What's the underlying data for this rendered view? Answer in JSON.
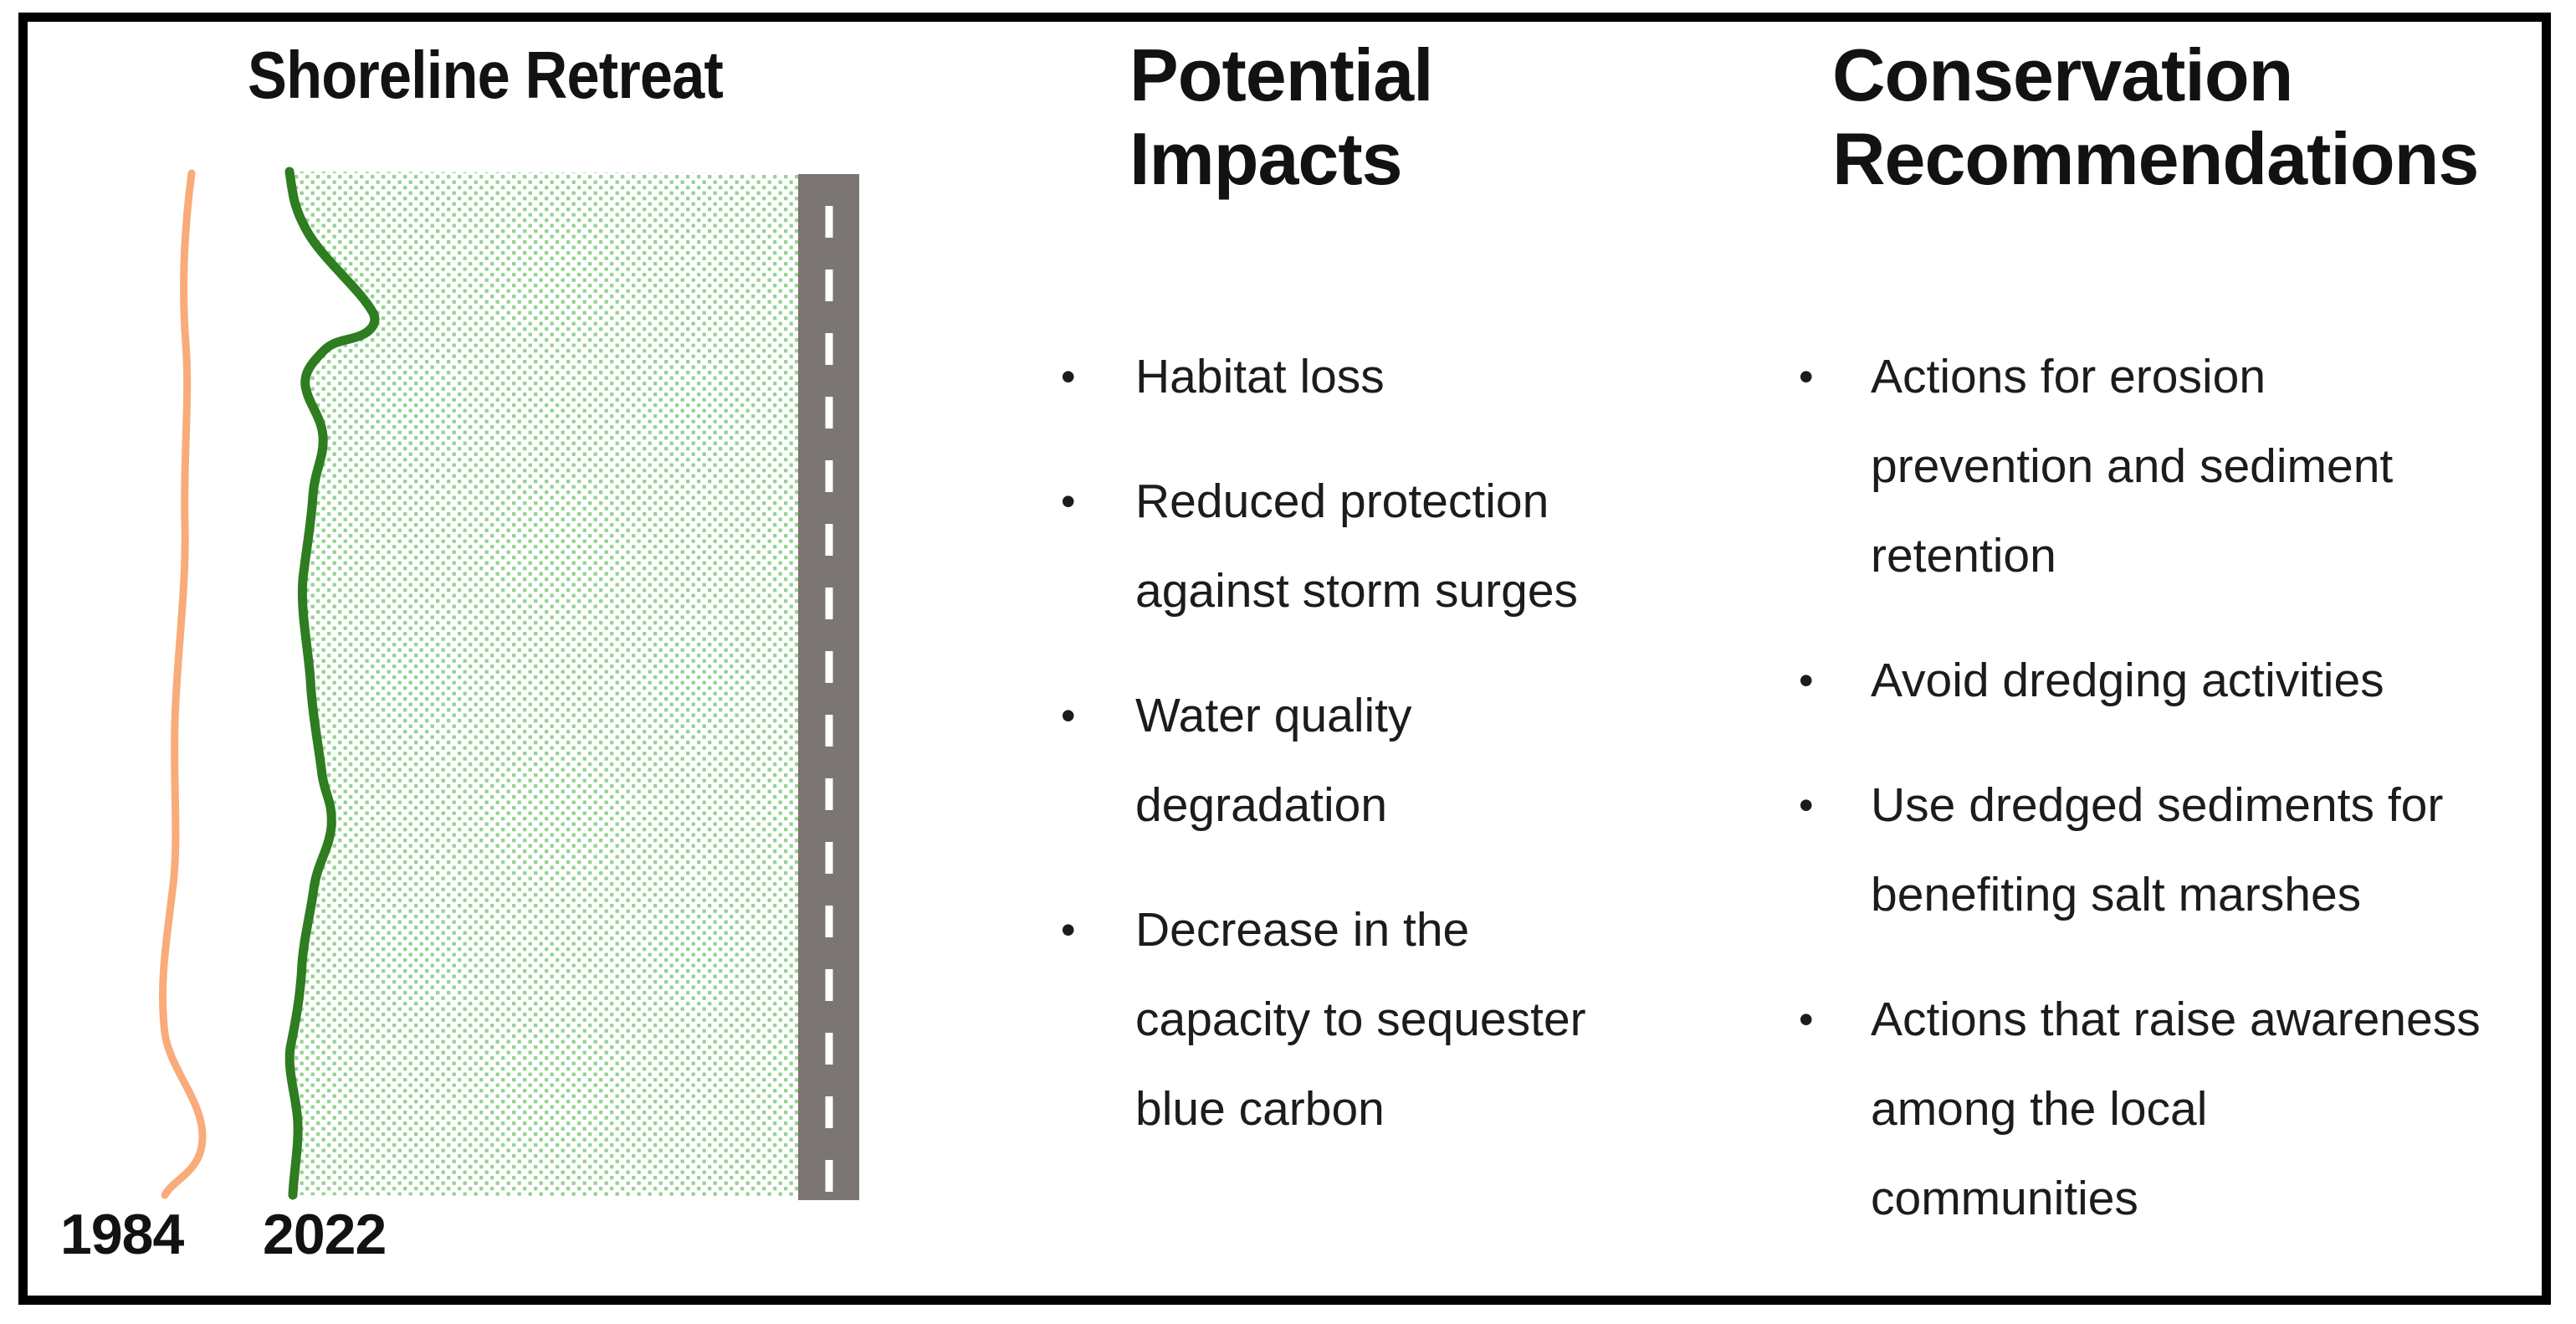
{
  "bullet_glyph": "•",
  "panel": {
    "title": "Shoreline Retreat",
    "labels": {
      "year_start": "1984",
      "year_end": "2022"
    },
    "colors": {
      "shoreline_1984": "#f9ab7a",
      "shoreline_2022": "#2e7d20",
      "marsh_dot": "#94d391",
      "road": "#7b7674",
      "road_dash": "#ffffff",
      "border": "#000000"
    }
  },
  "impacts": {
    "heading": "Potential Impacts",
    "items": [
      "Habitat loss",
      "Reduced protection against storm surges",
      "Water quality degradation",
      "Decrease in the capacity to sequester blue carbon"
    ]
  },
  "recommendations": {
    "heading": "Conservation Recommendations",
    "items": [
      "Actions for erosion prevention and sediment retention",
      "Avoid dredging activities",
      "Use dredged sediments for benefiting salt marshes",
      "Actions that raise awareness among the local communities"
    ]
  }
}
